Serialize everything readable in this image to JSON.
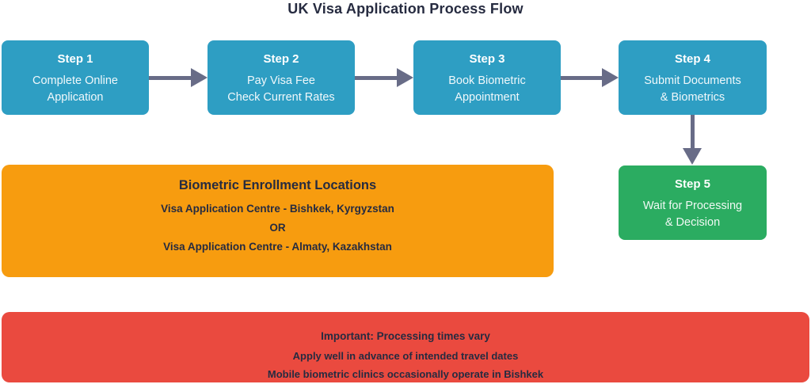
{
  "title": "UK Visa Application Process Flow",
  "colors": {
    "step_box": "#2e9ec3",
    "final_step_box": "#2bac61",
    "locations_panel": "#f79c0f",
    "notice_panel": "#ea4a3f",
    "arrow": "#686c87",
    "dark_text": "#262b40",
    "light_text": "#ffffff",
    "background": "#ffffff"
  },
  "steps": [
    {
      "name": "Step 1",
      "lines": [
        "Complete Online",
        "Application"
      ]
    },
    {
      "name": "Step 2",
      "lines": [
        "Pay Visa Fee",
        "Check Current Rates"
      ]
    },
    {
      "name": "Step 3",
      "lines": [
        "Book Biometric",
        "Appointment"
      ]
    },
    {
      "name": "Step 4",
      "lines": [
        "Submit Documents",
        "& Biometrics"
      ]
    },
    {
      "name": "Step 5",
      "lines": [
        "Wait for Processing",
        "& Decision"
      ]
    }
  ],
  "locations_panel": {
    "title": "Biometric Enrollment Locations",
    "lines": [
      "Visa Application Centre - Bishkek, Kyrgyzstan",
      "OR",
      "Visa Application Centre - Almaty, Kazakhstan"
    ]
  },
  "notice_panel": {
    "title": "Important: Processing times vary",
    "lines": [
      "Apply well in advance of intended travel dates",
      "Mobile biometric clinics occasionally operate in Bishkek"
    ]
  }
}
